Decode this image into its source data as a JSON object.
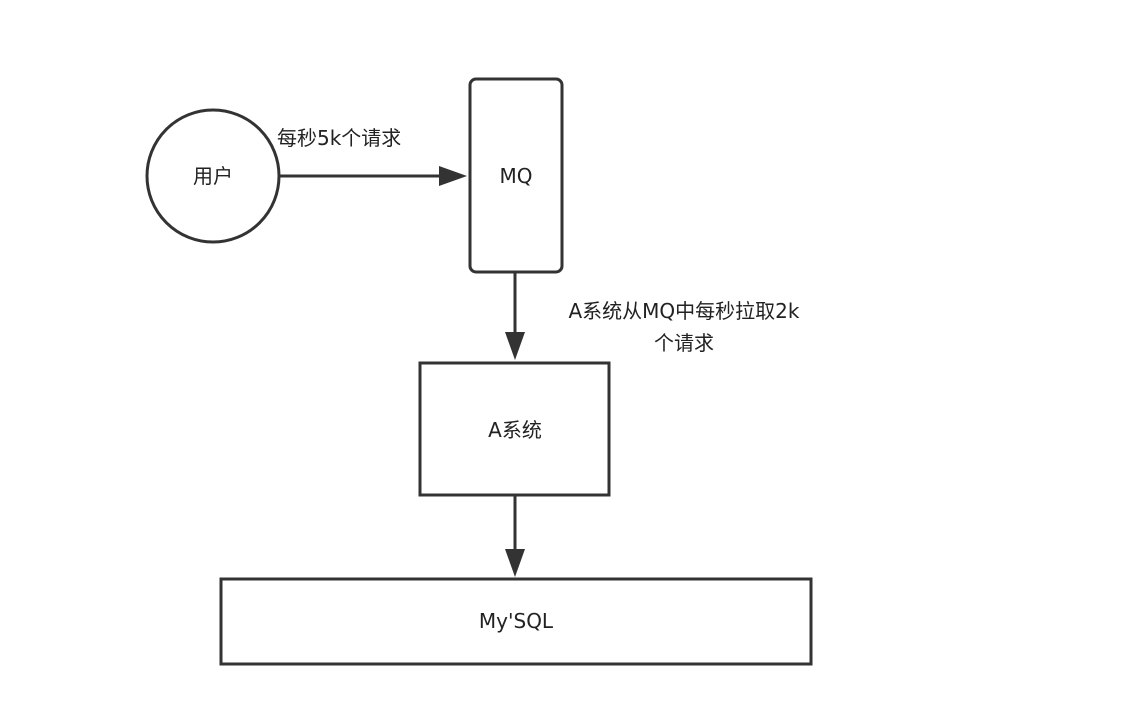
{
  "diagram": {
    "nodes": {
      "user": {
        "label": "用户",
        "shape": "circle"
      },
      "mq": {
        "label": "MQ",
        "shape": "rounded-rect"
      },
      "system_a": {
        "label": "A系统",
        "shape": "rect"
      },
      "mysql": {
        "label": "My'SQL",
        "shape": "rect"
      }
    },
    "edges": {
      "user_to_mq": {
        "from": "user",
        "to": "mq",
        "label": "每秒5k个请求"
      },
      "mq_to_system_a": {
        "from": "mq",
        "to": "system_a",
        "label_line1": "A系统从MQ中每秒拉取2k",
        "label_line2": "个请求"
      },
      "system_a_to_mysql": {
        "from": "system_a",
        "to": "mysql",
        "label": ""
      }
    }
  },
  "colors": {
    "stroke": "#333333",
    "text": "#222222",
    "background": "#ffffff"
  }
}
